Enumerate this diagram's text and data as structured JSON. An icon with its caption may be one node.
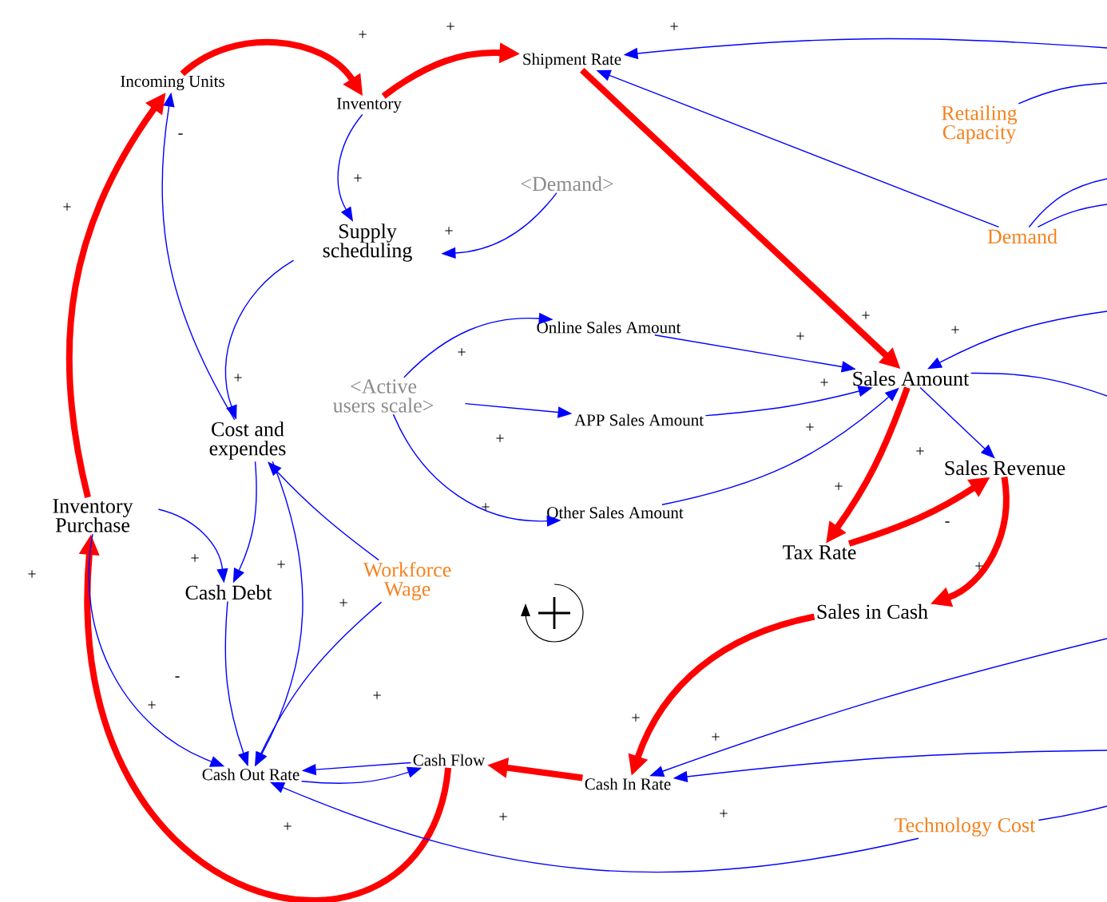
{
  "diagram": {
    "nodes": [
      {
        "text": [
          "Incoming Units"
        ]
      },
      {
        "text": [
          "Inventory"
        ]
      },
      {
        "text": [
          "Shipment Rate"
        ]
      },
      {
        "text": [
          "Retailing Capacity"
        ]
      },
      {
        "text": [
          "Demand"
        ]
      },
      {
        "text": [
          "<Demand>"
        ]
      },
      {
        "text": [
          "Supply scheduling"
        ]
      },
      {
        "text": [
          "Online Sales Amount"
        ]
      },
      {
        "text": [
          "<Active users scale>"
        ]
      },
      {
        "text": [
          "Sales Amount"
        ]
      },
      {
        "text": [
          "APP Sales Amount"
        ]
      },
      {
        "text": [
          "Cost and expendes"
        ]
      },
      {
        "text": [
          "Inventory Purchase"
        ]
      },
      {
        "text": [
          "Other Sales Amount"
        ]
      },
      {
        "text": [
          "Sales Revenue"
        ]
      },
      {
        "text": [
          "Tax Rate"
        ]
      },
      {
        "text": [
          "Workforce Wage"
        ]
      },
      {
        "text": [
          "Cash Debt"
        ]
      },
      {
        "text": [
          "Sales in Cash"
        ]
      },
      {
        "text": [
          "Cash Out Rate"
        ]
      },
      {
        "text": [
          "Cash Flow"
        ]
      },
      {
        "text": [
          "Cash In Rate"
        ]
      },
      {
        "text": [
          "Technology Cost"
        ]
      }
    ],
    "edges": [
      {
        "from": 0,
        "to": 1,
        "arrow": "to",
        "label": "+",
        "style": "thick",
        "color": "#ff0000"
      },
      {
        "from": 1,
        "to": 2,
        "arrow": "to",
        "label": "+",
        "style": "thick",
        "color": "#ff0000"
      },
      {
        "from": 2,
        "to": 9,
        "arrow": "to",
        "label": "+",
        "style": "thick",
        "color": "#ff0000"
      },
      {
        "from": 9,
        "to": 15,
        "arrow": "to",
        "label": "+",
        "style": "thick",
        "color": "#ff0000"
      },
      {
        "from": 15,
        "to": 14,
        "arrow": "to",
        "label": "-",
        "style": "thick",
        "color": "#ff0000"
      },
      {
        "from": 14,
        "to": 18,
        "arrow": "to",
        "label": "+",
        "style": "thick",
        "color": "#ff0000"
      },
      {
        "from": 18,
        "to": 21,
        "arrow": "to",
        "label": "+",
        "style": "thick",
        "color": "#ff0000"
      },
      {
        "from": 21,
        "to": 20,
        "arrow": "to",
        "label": "+",
        "style": "thick",
        "color": "#ff0000"
      },
      {
        "from": 20,
        "to": 12,
        "arrow": "to",
        "label": "+",
        "style": "thick",
        "color": "#ff0000"
      },
      {
        "from": 12,
        "to": 0,
        "arrow": "to",
        "label": "+",
        "style": "thick",
        "color": "#ff0000"
      },
      {
        "from": 1,
        "to": 6,
        "arrow": "to",
        "label": "+"
      },
      {
        "from": 5,
        "to": 6,
        "arrow": "to",
        "label": "+"
      },
      {
        "from": 6,
        "to": 11,
        "arrow": "to",
        "label": "+"
      },
      {
        "from": 11,
        "to": 0,
        "arrow": "to",
        "label": "-"
      },
      {
        "from": 8,
        "to": 7,
        "arrow": "to",
        "label": "+"
      },
      {
        "from": 8,
        "to": 10,
        "arrow": "to",
        "label": "+"
      },
      {
        "from": 8,
        "to": 13,
        "arrow": "to",
        "label": "+"
      },
      {
        "from": 7,
        "to": 9,
        "arrow": "to",
        "label": "+"
      },
      {
        "from": 10,
        "to": 9,
        "arrow": "to",
        "label": "+"
      },
      {
        "from": 13,
        "to": 9,
        "arrow": "to",
        "label": "+"
      },
      {
        "from": 4,
        "to": 2,
        "arrow": "to"
      },
      {
        "from": null,
        "to": 2,
        "arrow": "to",
        "label": "+"
      },
      {
        "from": 3,
        "to": null,
        "arrow": "none"
      },
      {
        "from": 4,
        "to": null,
        "arrow": "none"
      },
      {
        "from": 4,
        "to": null,
        "arrow": "none"
      },
      {
        "from": null,
        "to": 9,
        "arrow": "to",
        "label": "+"
      },
      {
        "from": 9,
        "to": null,
        "arrow": "none"
      },
      {
        "from": 9,
        "to": 14,
        "arrow": "to",
        "label": "+"
      },
      {
        "from": 12,
        "to": 17,
        "arrow": "to",
        "label": "+"
      },
      {
        "from": 11,
        "to": 17,
        "arrow": "to",
        "label": "+"
      },
      {
        "from": 11,
        "to": 19,
        "arrow": "to",
        "label": "+"
      },
      {
        "from": 16,
        "to": 11,
        "arrow": "to"
      },
      {
        "from": 16,
        "to": 19,
        "arrow": "to",
        "label": "+"
      },
      {
        "from": 17,
        "to": 19,
        "arrow": "to",
        "label": "-"
      },
      {
        "from": 12,
        "to": 19,
        "arrow": "to",
        "label": "+"
      },
      {
        "from": 20,
        "to": 19,
        "arrow": "to"
      },
      {
        "from": 19,
        "to": 20,
        "arrow": "to"
      },
      {
        "from": 22,
        "to": 19,
        "arrow": "to",
        "label": "+"
      },
      {
        "from": null,
        "to": 21,
        "arrow": "to",
        "label": "+"
      },
      {
        "from": null,
        "to": 21,
        "arrow": "to",
        "label": "+"
      },
      {
        "from": 22,
        "to": null,
        "arrow": "none"
      }
    ]
  }
}
